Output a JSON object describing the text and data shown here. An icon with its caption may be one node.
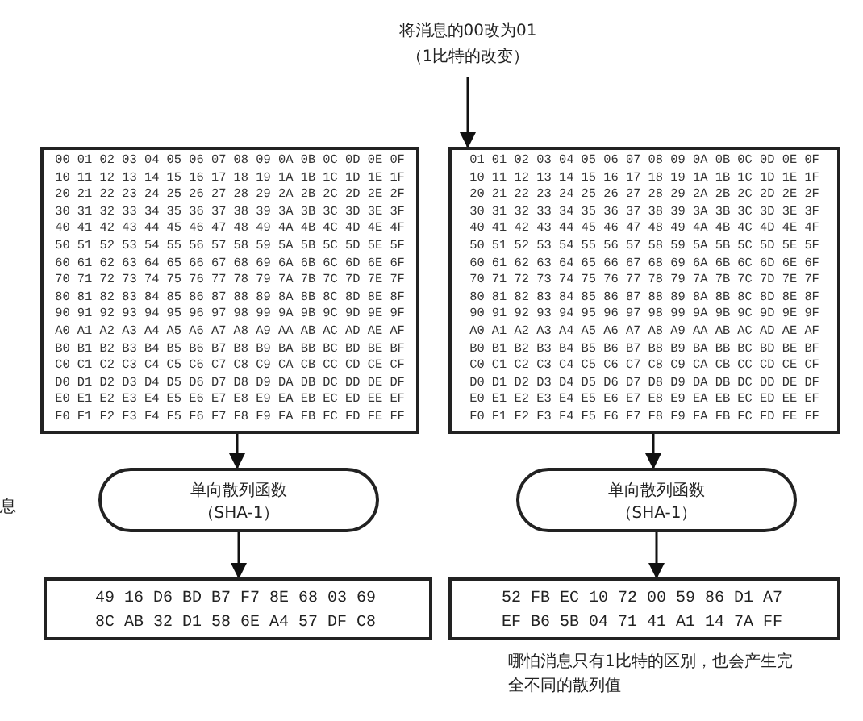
{
  "diagram": {
    "nodes": [
      {
        "text": [
          "将消息的00改为01 （1比特的改变）"
        ]
      },
      {
        "text": [
          "00 01 02 03 04 05 06 07 08 09 0A 0B 0C 0D 0E 0F 10 11 12 13 14 15 16 17 18 19 1A 1B 1C 1D 1E 1F 20 21 22 23 24 25 26 27 28 29 2A 2B 2C 2D 2E 2F 30 31 32 33 34 35 36 37 38 39 3A 3B 3C 3D 3E 3F 40 41 42 43 44 45 46 47 48 49 4A 4B 4C 4D 4E 4F 50 51 52 53 54 55 56 57 58 59 5A 5B 5C 5D 5E 5F 60 61 62 63 64 65 66 67 68 69 6A 6B 6C 6D 6E 6F 70 71 72 73 74 75 76 77 78 79 7A 7B 7C 7D 7E 7F 80 81 82 83 84 85 86 87 88 89 8A 8B 8C 8D 8E 8F 90 91 92 93 94 95 96 97 98 99 9A 9B 9C 9D 9E 9F A0 A1 A2 A3 A4 A5 A6 A7 A8 A9 AA AB AC AD AE AF B0 B1 B2 B3 B4 B5 B6 B7 B8 B9 BA BB BC BD BE BF C0 C1 C2 C3 C4 C5 C6 C7 C8 C9 CA CB CC CD CE CF D0 D1 D2 D3 D4 D5 D6 D7 D8 D9 DA DB DC DD DE DF E0 E1 E2 E3 E4 E5 E6 E7 E8 E9 EA EB EC ED EE EF F0 F1 F2 F3 F4 F5 F6 F7 F8 F9 FA FB FC FD FE FF"
        ]
      },
      {
        "text": [
          "01 01 02 03 04 05 06 07 08 09 0A 0B 0C 0D 0E 0F 10 11 12 13 14 15 16 17 18 19 1A 1B 1C 1D 1E 1F 20 21 22 23 24 25 26 27 28 29 2A 2B 2C 2D 2E 2F 30 31 32 33 34 35 36 37 38 39 3A 3B 3C 3D 3E 3F 40 41 42 43 44 45 46 47 48 49 4A 4B 4C 4D 4E 4F 50 51 52 53 54 55 56 57 58 59 5A 5B 5C 5D 5E 5F 60 61 62 63 64 65 66 67 68 69 6A 6B 6C 6D 6E 6F 70 71 72 73 74 75 76 77 78 79 7A 7B 7C 7D 7E 7F 80 81 82 83 84 85 86 87 88 89 8A 8B 8C 8D 8E 8F 90 91 92 93 94 95 96 97 98 99 9A 9B 9C 9D 9E 9F A0 A1 A2 A3 A4 A5 A6 A7 A8 A9 AA AB AC AD AE AF B0 B1 B2 B3 B4 B5 B6 B7 B8 B9 BA BB BC BD BE BF C0 C1 C2 C3 C4 C5 C6 C7 C8 C9 CA CB CC CD CE CF D0 D1 D2 D3 D4 D5 D6 D7 D8 D9 DA DB DC DD DE DF E0 E1 E2 E3 E4 E5 E6 E7 E8 E9 EA EB EC ED EE EF F0 F1 F2 F3 F4 F5 F6 F7 F8 F9 FA FB FC FD FE FF"
        ]
      },
      {
        "text": [
          "单向散列函数",
          "（SHA-1）"
        ]
      },
      {
        "text": [
          "单向散列函数",
          "（SHA-1）"
        ]
      },
      {
        "text": [
          "49 16 D6 BD B7 F7 8E 68 03 69 8C AB 32 D1 58 6E A4 57 DF C8"
        ]
      },
      {
        "text": [
          "52 FB EC 10 72 00 59 86 D1 A7 EF B6 5B 04 71 41 A1 14 7A FF"
        ],
        "beside": [
          "哪怕消息只有1比特的区别，也会产生完全不同的散列值"
        ]
      }
    ],
    "edges": [
      {
        "from": 0,
        "to": 2,
        "arrow": "to"
      },
      {
        "from": 1,
        "to": 3,
        "arrow": "to"
      },
      {
        "from": 2,
        "to": 4,
        "arrow": "to"
      },
      {
        "from": 3,
        "to": 5,
        "arrow": "to"
      },
      {
        "from": 4,
        "to": 6,
        "arrow": "to"
      }
    ],
    "labels": [
      "息"
    ]
  }
}
